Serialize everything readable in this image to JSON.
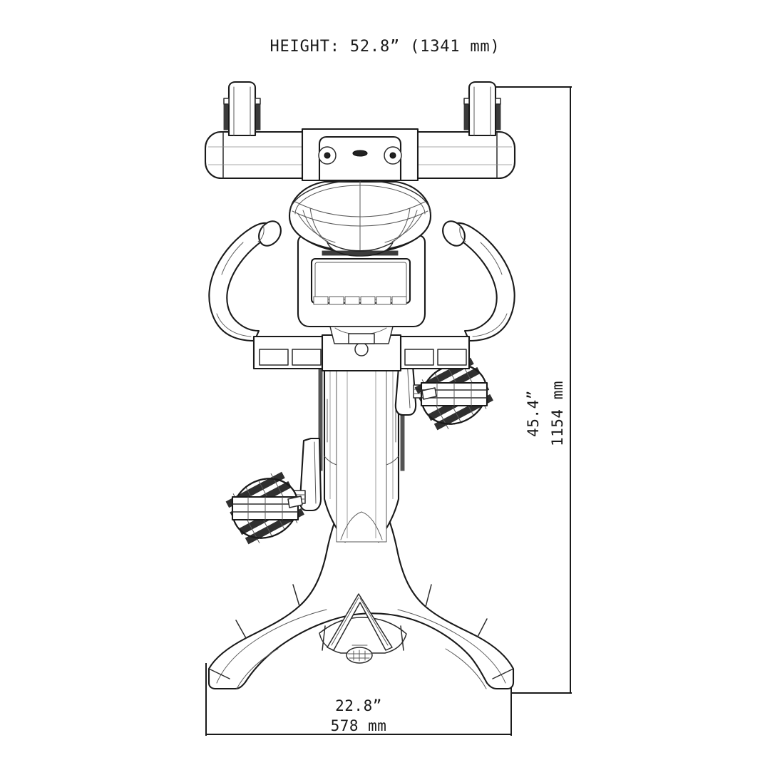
{
  "document": {
    "type": "technical-drawing",
    "view": "top-plan-view",
    "subject": "upright exercise bike",
    "background_color": "#ffffff",
    "line_color": "#1a1a1a"
  },
  "title": {
    "label": "HEIGHT: 52.8” (1341 mm)",
    "prefix": "HEIGHT:",
    "value_in": "52.8”",
    "value_mm": "(1341 mm)"
  },
  "dimensions": {
    "height": {
      "name": "overall-height",
      "inches": "52.8”",
      "millimeters": "1341 mm",
      "label": "HEIGHT: 52.8” (1341 mm)",
      "orientation": "callout-title"
    },
    "length": {
      "name": "overall-length",
      "inches": "45.4”",
      "millimeters": "1154 mm",
      "label_in": "45.4”",
      "label_mm": "1154 mm",
      "orientation": "vertical",
      "position": "right"
    },
    "width": {
      "name": "overall-width",
      "inches": "22.8”",
      "millimeters": "578 mm",
      "label_in": "22.8”",
      "label_mm": "578  mm",
      "orientation": "horizontal",
      "position": "bottom"
    }
  },
  "parts": {
    "rear_support_bar": "rear-seat-support-bar",
    "grip_posts": [
      "left-vertical-grip-post",
      "right-vertical-grip-post"
    ],
    "seat": "saddle-top-view",
    "console": "console-display-screen",
    "console_buttons": "console-button-row",
    "handlebars": [
      "left-handlebar-tube",
      "right-handlebar-tube"
    ],
    "handlebar_grips": [
      "left-handlebar-grip-end",
      "right-handlebar-grip-end"
    ],
    "crossbar": "handlebar-crossbar",
    "frame": "main-frame-tube",
    "crank_arms": [
      "left-crank-arm",
      "right-crank-arm"
    ],
    "pedals": [
      "left-caged-pedal",
      "right-caged-pedal"
    ],
    "front_stabilizer": "front-stabilizer-y-base",
    "transport_wheels": "transport-wheel-pair"
  }
}
